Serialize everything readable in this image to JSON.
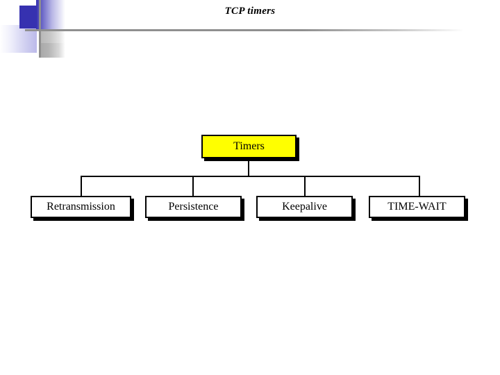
{
  "slide": {
    "title": "TCP timers",
    "background_color": "#ffffff"
  },
  "decoration": {
    "blue_square_color": "#3631b0",
    "accent_gray_color": "#8f8f8f",
    "names": [
      "blue-square",
      "blue-gradient-fade",
      "light-blue-block",
      "gray-gradient-block",
      "vertical-rule",
      "horizontal-rule"
    ]
  },
  "diagram": {
    "type": "tree",
    "root": {
      "label": "Timers",
      "fill_color": "#ffff00",
      "border_color": "#000000",
      "text_color": "#000000"
    },
    "children": [
      {
        "label": "Retransmission",
        "fill_color": "#ffffff",
        "border_color": "#000000",
        "text_color": "#000000"
      },
      {
        "label": "Persistence",
        "fill_color": "#ffffff",
        "border_color": "#000000",
        "text_color": "#000000"
      },
      {
        "label": "Keepalive",
        "fill_color": "#ffffff",
        "border_color": "#000000",
        "text_color": "#000000"
      },
      {
        "label": "TIME-WAIT",
        "fill_color": "#ffffff",
        "border_color": "#000000",
        "text_color": "#000000"
      }
    ],
    "connector_color": "#000000",
    "shadow_color": "#000000"
  }
}
